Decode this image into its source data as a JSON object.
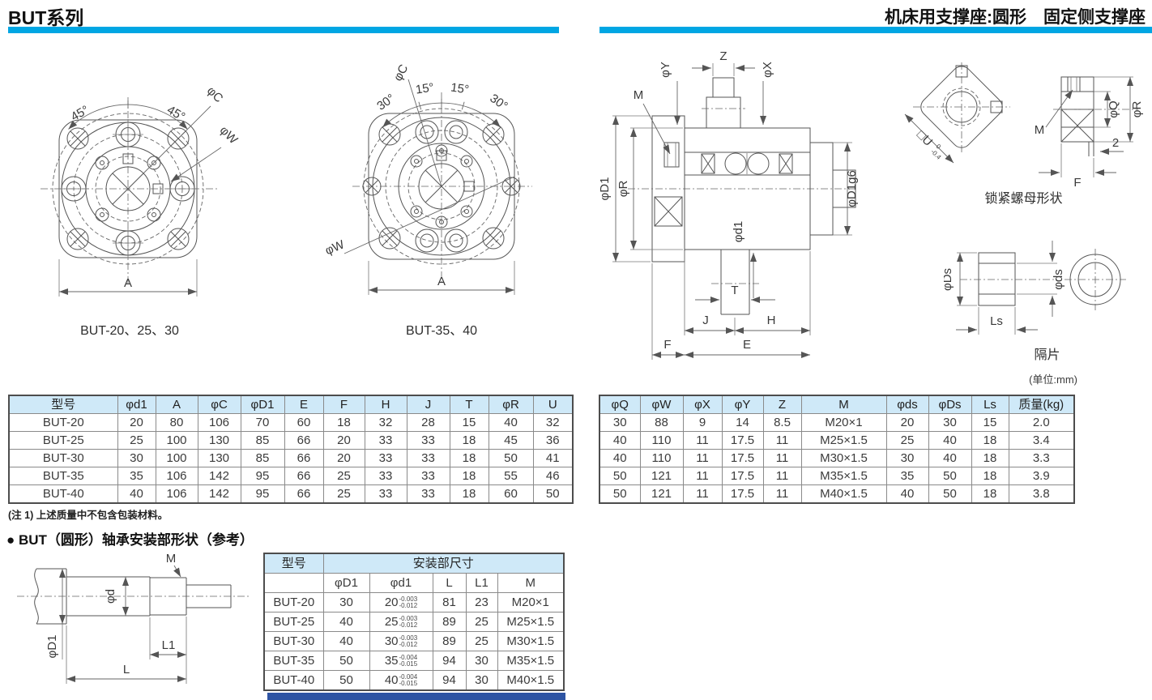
{
  "page": {
    "title_left": "BUT系列",
    "title_right": "机床用支撑座:圆形　固定侧支撑座",
    "unit_note": "(单位:mm)",
    "footnote": "(注 1) 上述质量中不包含包装材料。",
    "section_heading": "● BUT（圆形）轴承安装部形状（参考）"
  },
  "colors": {
    "accent_cyan": "#00a6e3",
    "table_header_bg": "#cfe9f8",
    "table_border": "#4d4d4d",
    "footer_bar_blue": "#2e54a3",
    "drawing_line": "#555555"
  },
  "drawings": {
    "flange_small": {
      "caption": "BUT-20、25、30",
      "angle_left": "45°",
      "angle_right": "45°",
      "dia_c": "φC",
      "dia_w": "φW",
      "dim_a": "A"
    },
    "flange_large": {
      "caption": "BUT-35、40",
      "angle_left_30": "30°",
      "angle_left_15": "15°",
      "angle_right_15": "15°",
      "angle_right_30": "30°",
      "dia_c": "φC",
      "dia_w": "φW",
      "dim_a": "A"
    },
    "cross_section": {
      "m": "M",
      "phi_y": "φY",
      "z": "Z",
      "phi_x": "φX",
      "phi_d1_left": "φD1",
      "phi_r": "φR",
      "phi_d1_bore": "φd1",
      "phi_d1_g6": "φD1g6",
      "t": "T",
      "j": "J",
      "h": "H",
      "f": "F",
      "e": "E"
    },
    "lock_nut": {
      "caption": "锁紧螺母形状",
      "square_u": "□U",
      "square_u_tol_top": "0",
      "square_u_tol_bot": "-0.4",
      "m": "M",
      "phi_q": "φQ",
      "phi_r": "φR",
      "step": "2",
      "f": "F"
    },
    "spacer": {
      "caption": "隔片",
      "phi_ds_outer": "φDs",
      "phi_ds_inner": "φds",
      "ls": "Ls"
    },
    "shaft": {
      "m": "M",
      "phi_d": "φd",
      "phi_d1": "φD1",
      "l1": "L1",
      "l": "L"
    }
  },
  "left_table": {
    "headers": [
      "型号",
      "φd1",
      "A",
      "φC",
      "φD1",
      "E",
      "F",
      "H",
      "J",
      "T",
      "φR",
      "U"
    ],
    "rows": [
      [
        "BUT-20",
        "20",
        "80",
        "106",
        "70",
        "60",
        "18",
        "32",
        "28",
        "15",
        "40",
        "32"
      ],
      [
        "BUT-25",
        "25",
        "100",
        "130",
        "85",
        "66",
        "20",
        "33",
        "33",
        "18",
        "45",
        "36"
      ],
      [
        "BUT-30",
        "30",
        "100",
        "130",
        "85",
        "66",
        "20",
        "33",
        "33",
        "18",
        "50",
        "41"
      ],
      [
        "BUT-35",
        "35",
        "106",
        "142",
        "95",
        "66",
        "25",
        "33",
        "33",
        "18",
        "55",
        "46"
      ],
      [
        "BUT-40",
        "40",
        "106",
        "142",
        "95",
        "66",
        "25",
        "33",
        "33",
        "18",
        "60",
        "50"
      ]
    ]
  },
  "right_table": {
    "headers": [
      "φQ",
      "φW",
      "φX",
      "φY",
      "Z",
      "M",
      "φds",
      "φDs",
      "Ls",
      "质量(kg)"
    ],
    "rows": [
      [
        "30",
        "88",
        "9",
        "14",
        "8.5",
        "M20×1",
        "20",
        "30",
        "15",
        "2.0"
      ],
      [
        "40",
        "110",
        "11",
        "17.5",
        "11",
        "M25×1.5",
        "25",
        "40",
        "18",
        "3.4"
      ],
      [
        "40",
        "110",
        "11",
        "17.5",
        "11",
        "M30×1.5",
        "30",
        "40",
        "18",
        "3.3"
      ],
      [
        "50",
        "121",
        "11",
        "17.5",
        "11",
        "M35×1.5",
        "35",
        "50",
        "18",
        "3.9"
      ],
      [
        "50",
        "121",
        "11",
        "17.5",
        "11",
        "M40×1.5",
        "40",
        "50",
        "18",
        "3.8"
      ]
    ]
  },
  "mount_table": {
    "model_header": "型号",
    "group_header": "安装部尺寸",
    "sub_headers": [
      "φD1",
      "φd1",
      "L",
      "L1",
      "M"
    ],
    "rows": [
      {
        "model": "BUT-20",
        "d1": "30",
        "bore": "20",
        "tol_top": "-0.003",
        "tol_bot": "-0.012",
        "l": "81",
        "l1": "23",
        "m": "M20×1"
      },
      {
        "model": "BUT-25",
        "d1": "40",
        "bore": "25",
        "tol_top": "-0.003",
        "tol_bot": "-0.012",
        "l": "89",
        "l1": "25",
        "m": "M25×1.5"
      },
      {
        "model": "BUT-30",
        "d1": "40",
        "bore": "30",
        "tol_top": "-0.003",
        "tol_bot": "-0.012",
        "l": "89",
        "l1": "25",
        "m": "M30×1.5"
      },
      {
        "model": "BUT-35",
        "d1": "50",
        "bore": "35",
        "tol_top": "-0.004",
        "tol_bot": "-0.015",
        "l": "94",
        "l1": "30",
        "m": "M35×1.5"
      },
      {
        "model": "BUT-40",
        "d1": "50",
        "bore": "40",
        "tol_top": "-0.004",
        "tol_bot": "-0.015",
        "l": "94",
        "l1": "30",
        "m": "M40×1.5"
      }
    ]
  }
}
